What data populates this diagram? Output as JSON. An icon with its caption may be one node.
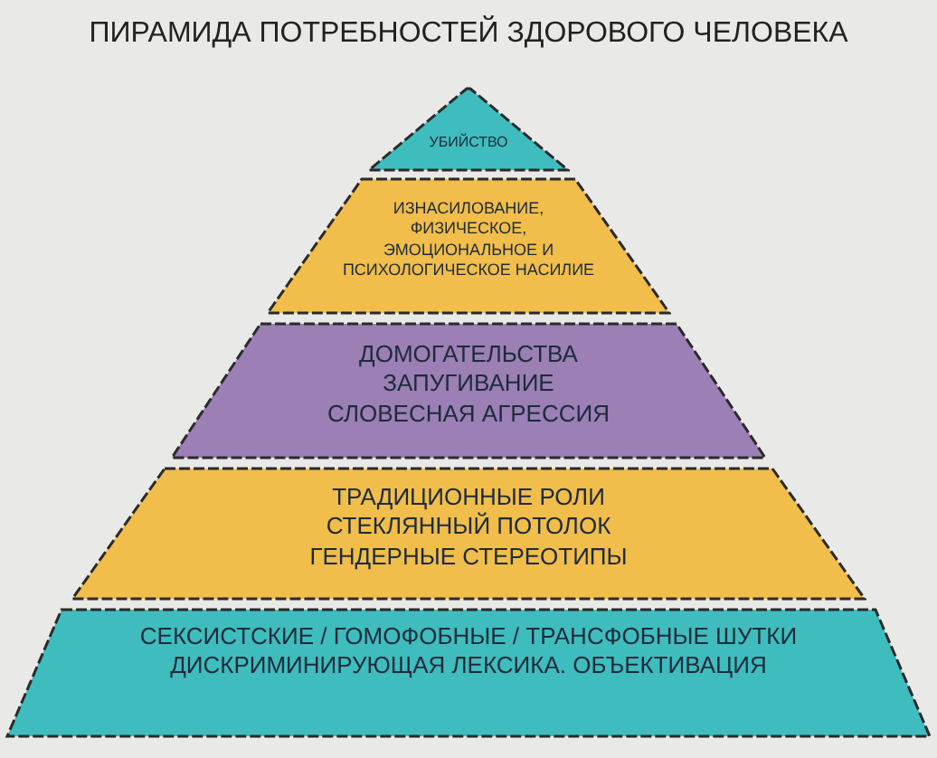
{
  "diagram": {
    "title": "ПИРАМИДА ПОТРЕБНОСТЕЙ ЗДОРОВОГО ЧЕЛОВЕКА",
    "nodes": [
      {
        "text": [
          "УБИЙСТВО"
        ]
      },
      {
        "text": [
          "ИЗНАСИЛОВАНИЕ, ФИЗИЧЕСКОЕ, ЭМОЦИОНАЛЬНОЕ И ПСИХОЛОГИЧЕСКОЕ НАСИЛИЕ"
        ]
      },
      {
        "text": [
          "ДОМОГАТЕЛЬСТВА",
          "ЗАПУГИВАНИЕ",
          "СЛОВЕСНАЯ АГРЕССИЯ"
        ]
      },
      {
        "text": [
          "ТРАДИЦИОННЫЕ РОЛИ",
          "СТЕКЛЯННЫЙ ПОТОЛОК",
          "ГЕНДЕРНЫЕ СТЕРЕОТИПЫ"
        ]
      },
      {
        "text": [
          "СЕКСИСТСКИЕ / ГОМОФОБНЫЕ / ТРАНСФОБНЫЕ ШУТКИ",
          "ДИСКРИМИНИРУЮЩАЯ ЛЕКСИКА. ОБЪЕКТИВАЦИЯ"
        ]
      }
    ]
  }
}
